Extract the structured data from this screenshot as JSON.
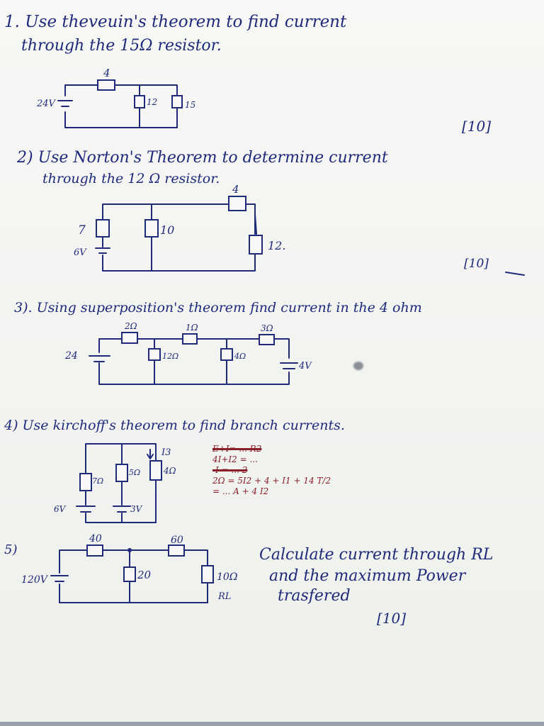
{
  "questions": [
    {
      "id": "q1",
      "line1": "1. Use theveuin's theorem to find current",
      "line2": "through the 15Ω resistor."
    },
    {
      "id": "q2",
      "line1": "2) Use Norton's Theorem to determine current",
      "line2": "through the 12 Ω resistor."
    },
    {
      "id": "q3",
      "line1": "3). Using superposition's theorem find current in the 4 ohm"
    },
    {
      "id": "q4",
      "line1": "4) Use kirchoff's theorem to find branch currents."
    },
    {
      "id": "q5",
      "line1": "5)",
      "text": [
        "Calculate current through RL",
        "and the maximum Power",
        "trasfered"
      ]
    }
  ],
  "marks": [
    "[10]",
    "[10]",
    "[10]"
  ],
  "circuit1": {
    "source": "24V",
    "r_series": "4",
    "r_a": "12",
    "r_b": "15"
  },
  "circuit2": {
    "r_left": "7",
    "source": "6V",
    "r_mid": "10",
    "r_top": "4",
    "r_right": "12."
  },
  "circuit3": {
    "source_left": "24",
    "r1": "2Ω",
    "r2": "1Ω",
    "r3": "3Ω",
    "r_a": "12Ω",
    "r_b": "4Ω",
    "source_right": "4V"
  },
  "circuit4": {
    "r1": "7Ω",
    "r2": "5Ω",
    "r3": "4Ω",
    "current": "I3",
    "source_left": "6V",
    "source_right": "3V"
  },
  "circuit5": {
    "source": "120V",
    "r1": "40",
    "r2": "60",
    "r_mid": "20",
    "rl": "10Ω",
    "rl_label": "RL"
  },
  "scribbles": [
    "E+I= ... R2",
    "4I+I2 = ...",
    "-I = ... 2",
    "2Ω = 5I2 + 4 + I1 + 14 T/2",
    "= ... A + 4 I2"
  ]
}
